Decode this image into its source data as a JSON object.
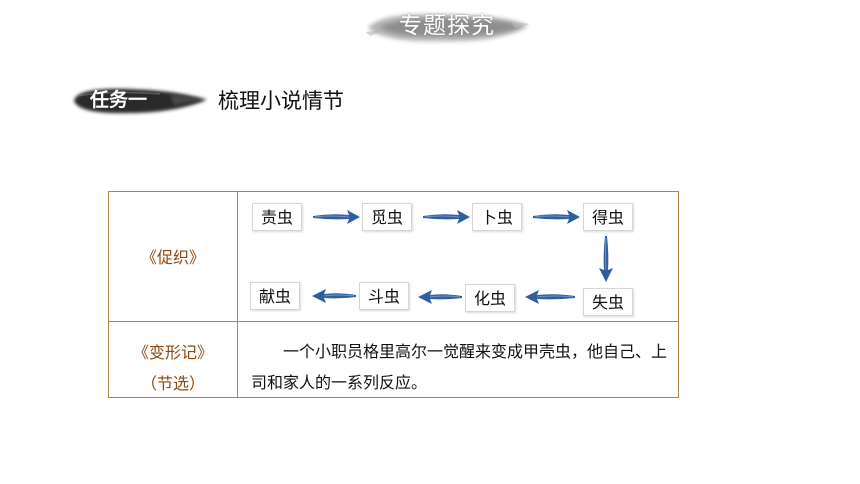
{
  "header": {
    "title": "专题探究"
  },
  "task": {
    "badge_label": "任务一",
    "title": "梳理小说情节"
  },
  "table": {
    "rows": [
      {
        "work": "《促织》",
        "plot_steps": [
          "责虫",
          "觅虫",
          "卜虫",
          "得虫",
          "失虫",
          "化虫",
          "斗虫",
          "献虫"
        ]
      },
      {
        "work_line1": "《变形记》",
        "work_line2": "（节选）",
        "summary": "一个小职员格里高尔一觉醒来变成甲壳虫，他自己、上司和家人的一系列反应。"
      }
    ]
  },
  "colors": {
    "border": "#b5814d",
    "work_title": "#8b4a12",
    "arrow": "#2f5f9e",
    "ink": "#2b2b2b"
  }
}
